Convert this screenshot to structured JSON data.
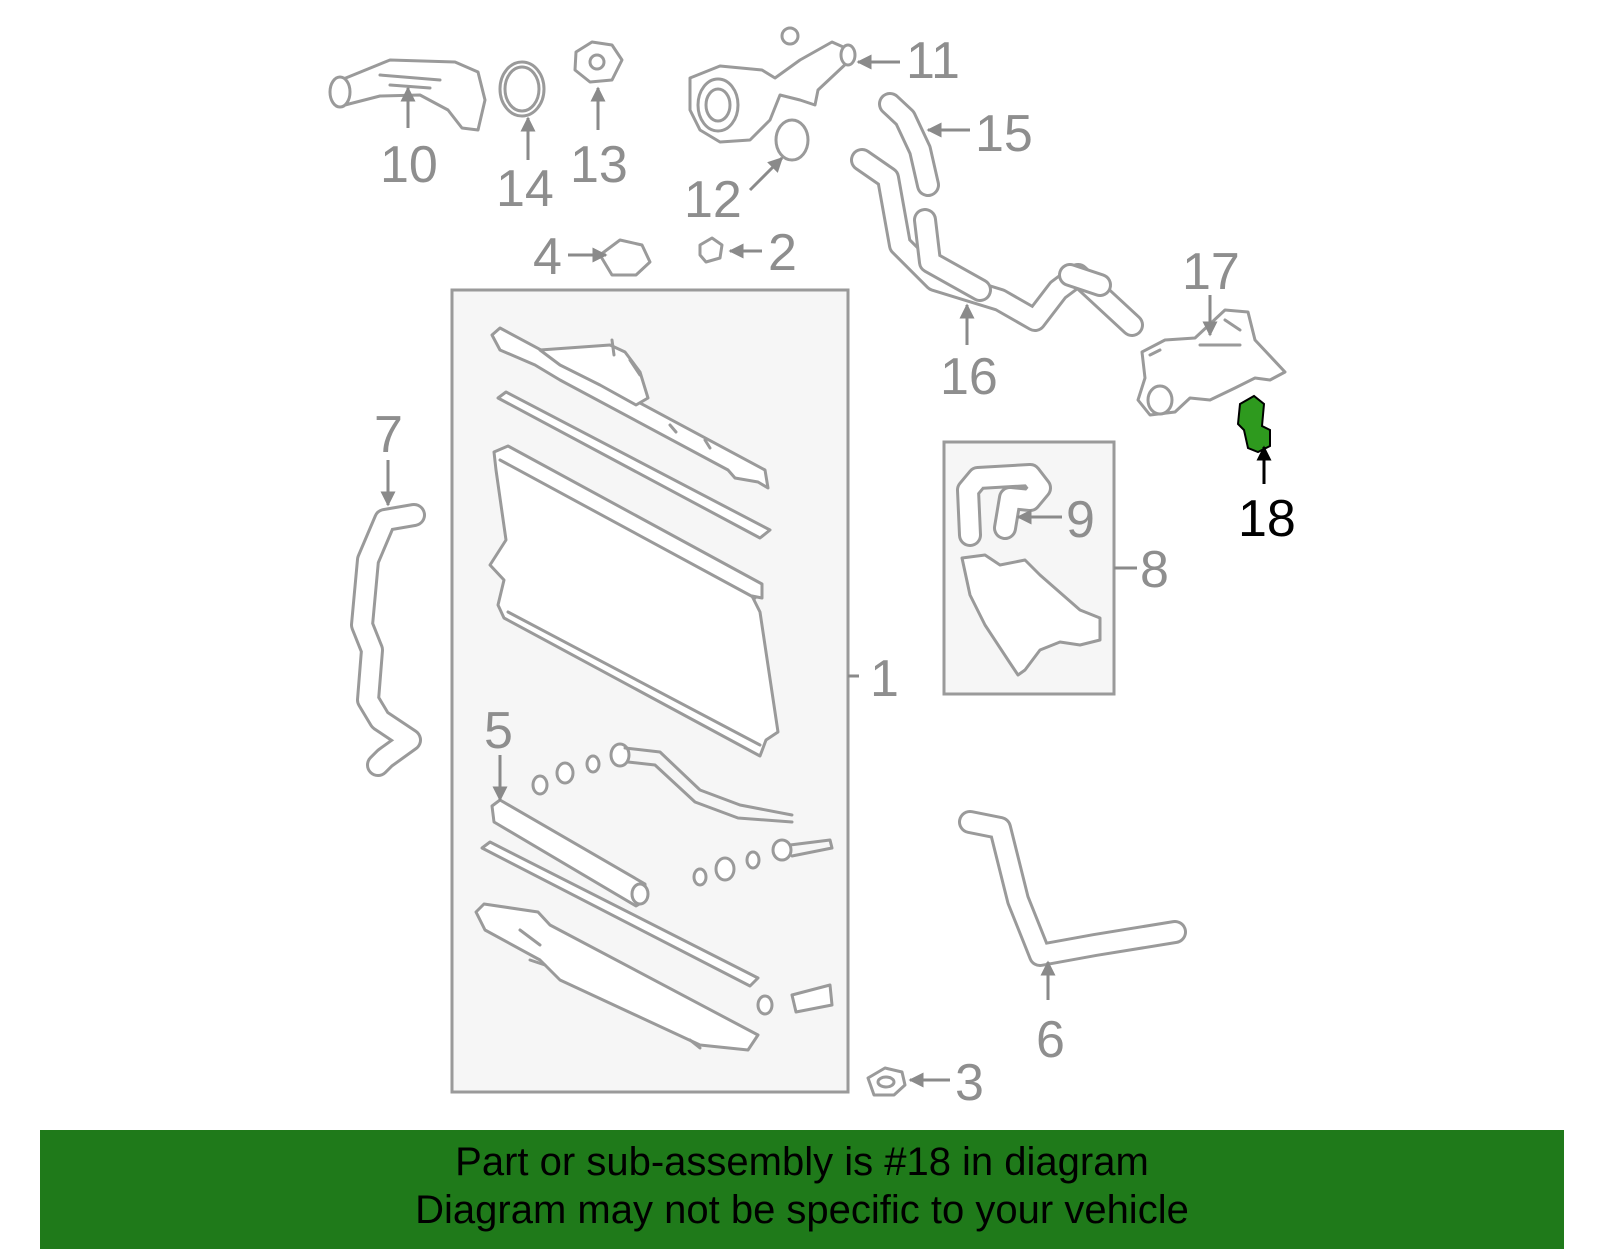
{
  "callouts": {
    "c1": "1",
    "c2": "2",
    "c3": "3",
    "c4": "4",
    "c5": "5",
    "c6": "6",
    "c7": "7",
    "c8": "8",
    "c9": "9",
    "c10": "10",
    "c11": "11",
    "c12": "12",
    "c13": "13",
    "c14": "14",
    "c15": "15",
    "c16": "16",
    "c17": "17",
    "c18": "18"
  },
  "highlighted_part": "18",
  "colors": {
    "banner_background": "#1f7a1a",
    "highlight_part": "#2e9a1e",
    "diagram_lines": "#9a9a9a"
  },
  "banner": {
    "line1": "Part or sub-assembly is #18 in diagram",
    "line2": "Diagram may not be specific to your vehicle"
  }
}
